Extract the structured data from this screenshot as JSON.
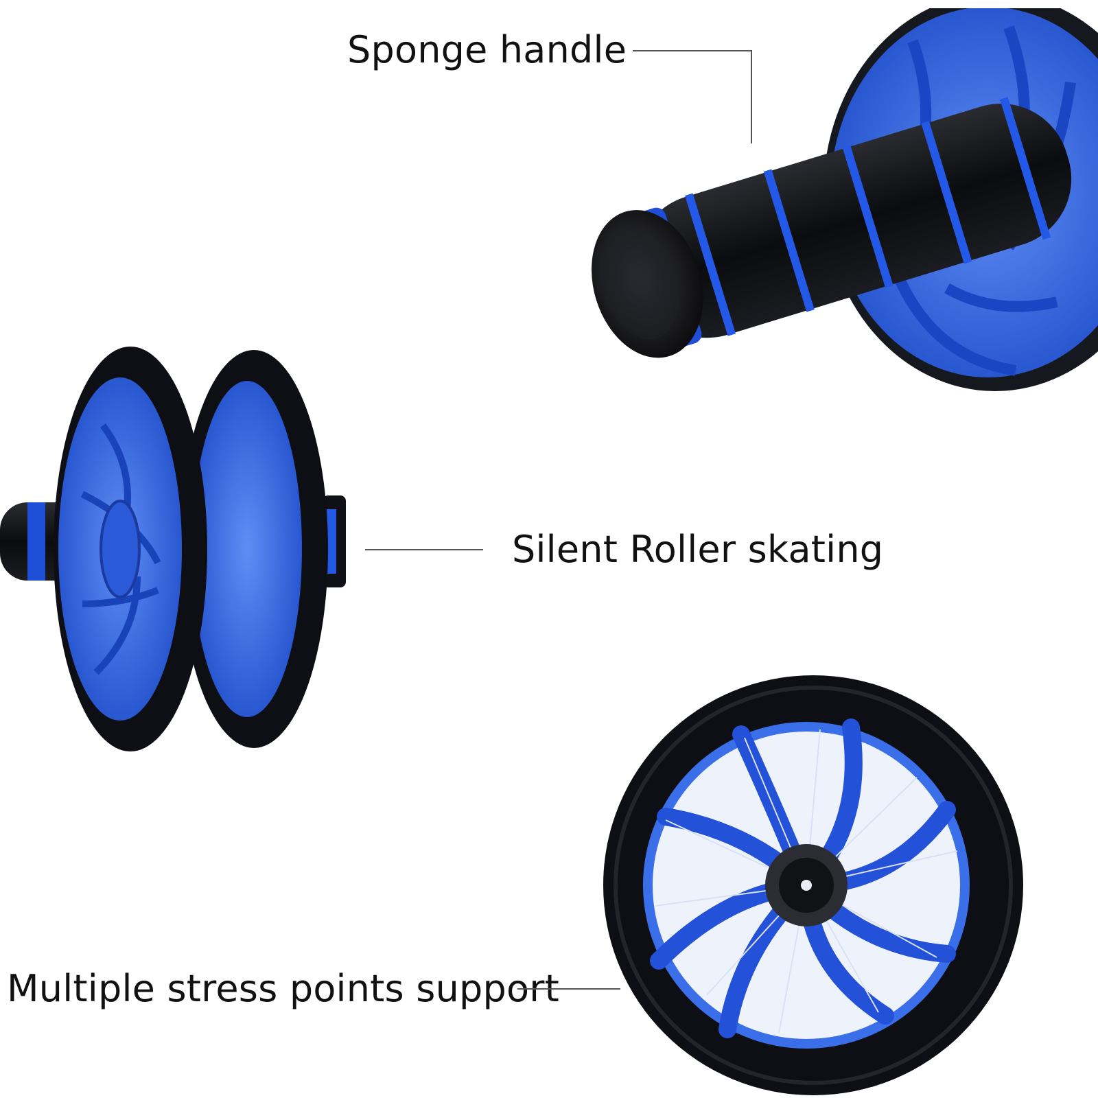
{
  "callouts": {
    "handle": "Sponge handle",
    "roller": "Silent Roller skating",
    "stress": "Multiple stress points support"
  },
  "colors": {
    "wheel_blue": "#2f63e0",
    "tire_black": "#0d0f14",
    "foam_black": "#101114",
    "accent_blue": "#1f4fd6"
  },
  "icons": [
    "sponge-handle-photo",
    "double-wheel-photo",
    "single-wheel-photo"
  ]
}
